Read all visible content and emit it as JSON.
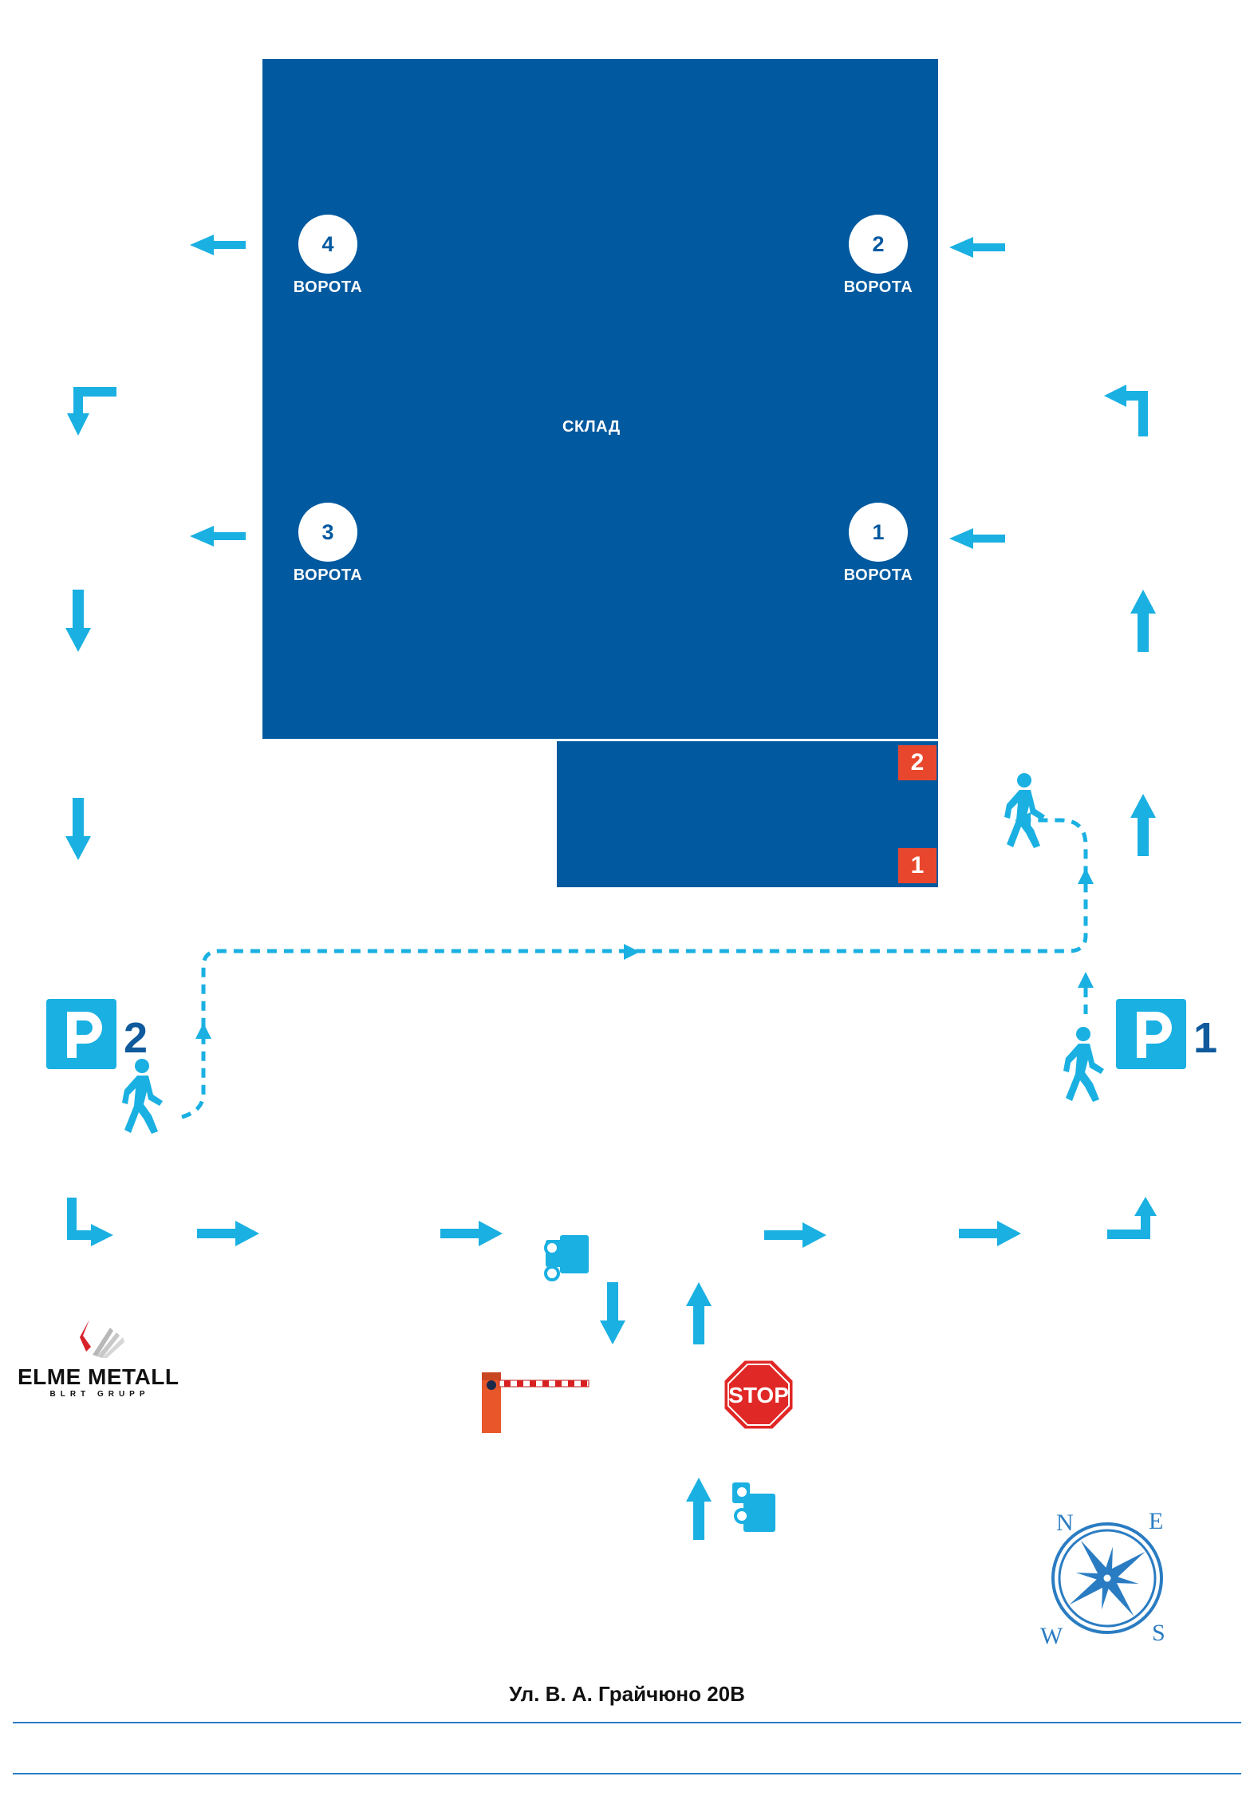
{
  "warehouse": {
    "label": "СКЛАД"
  },
  "gates": [
    {
      "number": "4",
      "label": "ВОРОТА"
    },
    {
      "number": "2",
      "label": "ВОРОТА"
    },
    {
      "number": "3",
      "label": "ВОРОТА"
    },
    {
      "number": "1",
      "label": "ВОРОТА"
    }
  ],
  "docks": [
    {
      "number": "2"
    },
    {
      "number": "1"
    }
  ],
  "parking": [
    {
      "letter": "P",
      "number": "2"
    },
    {
      "letter": "P",
      "number": "1"
    }
  ],
  "logo": {
    "name": "ELME METALL",
    "tagline": "BLRT GRUPP"
  },
  "stop_sign": {
    "text": "STOP"
  },
  "compass": {
    "n": "N",
    "e": "E",
    "w": "W",
    "s": "S"
  },
  "address": "Ул. В. А. Грайчюно 20В",
  "colors": {
    "warehouse_blue": "#01599f",
    "arrow_cyan": "#1ab0e2",
    "dock_red": "#e9472d",
    "parking_number_blue": "#0f5a9c",
    "stop_red": "#e02826",
    "barrier_orange": "#e8562a"
  },
  "icons": [
    "arrow-icon",
    "walking-person-icon",
    "truck-icon",
    "barrier-icon",
    "stop-sign-icon",
    "compass-rose-icon",
    "parking-icon"
  ]
}
